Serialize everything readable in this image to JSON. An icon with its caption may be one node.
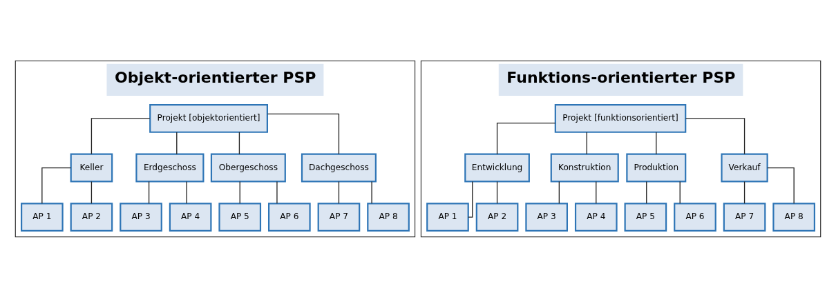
{
  "diagram": {
    "nodes": [
      {
        "text": [
          "Objekt-orientierter PSP"
        ]
      },
      {
        "text": [
          "Projekt [objektorientiert]"
        ],
        "in": 0
      },
      {
        "text": [
          "Keller"
        ],
        "in": 0
      },
      {
        "text": [
          "Erdgeschoss"
        ],
        "in": 0
      },
      {
        "text": [
          "Obergeschoss"
        ],
        "in": 0
      },
      {
        "text": [
          "Dachgeschoss"
        ],
        "in": 0
      },
      {
        "text": [
          "AP 1"
        ],
        "in": 0
      },
      {
        "text": [
          "AP 2"
        ],
        "in": 0
      },
      {
        "text": [
          "AP 3"
        ],
        "in": 0
      },
      {
        "text": [
          "AP 4"
        ],
        "in": 0
      },
      {
        "text": [
          "AP 5"
        ],
        "in": 0
      },
      {
        "text": [
          "AP 6"
        ],
        "in": 0
      },
      {
        "text": [
          "AP 7"
        ],
        "in": 0
      },
      {
        "text": [
          "AP 8"
        ],
        "in": 0
      },
      {
        "text": [
          "Funktions-orientierter PSP"
        ]
      },
      {
        "text": [
          "Projekt [funktionsorientiert]"
        ],
        "in": 14
      },
      {
        "text": [
          "Entwicklung"
        ],
        "in": 14
      },
      {
        "text": [
          "Konstruktion"
        ],
        "in": 14
      },
      {
        "text": [
          "Produktion"
        ],
        "in": 14
      },
      {
        "text": [
          "Verkauf"
        ],
        "in": 14
      },
      {
        "text": [
          "AP 1"
        ],
        "in": 14
      },
      {
        "text": [
          "AP 2"
        ],
        "in": 14
      },
      {
        "text": [
          "AP 3"
        ],
        "in": 14
      },
      {
        "text": [
          "AP 4"
        ],
        "in": 14
      },
      {
        "text": [
          "AP 5"
        ],
        "in": 14
      },
      {
        "text": [
          "AP 6"
        ],
        "in": 14
      },
      {
        "text": [
          "AP 7"
        ],
        "in": 14
      },
      {
        "text": [
          "AP 8"
        ],
        "in": 14
      }
    ],
    "edges": [
      {
        "from": 1,
        "to": 2,
        "arrow": "none"
      },
      {
        "from": 1,
        "to": 3,
        "arrow": "none"
      },
      {
        "from": 1,
        "to": 4,
        "arrow": "none"
      },
      {
        "from": 1,
        "to": 5,
        "arrow": "none"
      },
      {
        "from": 2,
        "to": 6,
        "arrow": "none"
      },
      {
        "from": 2,
        "to": 7,
        "arrow": "none"
      },
      {
        "from": 3,
        "to": 8,
        "arrow": "none"
      },
      {
        "from": 3,
        "to": 9,
        "arrow": "none"
      },
      {
        "from": 4,
        "to": 10,
        "arrow": "none"
      },
      {
        "from": 4,
        "to": 11,
        "arrow": "none"
      },
      {
        "from": 5,
        "to": 12,
        "arrow": "none"
      },
      {
        "from": 5,
        "to": 13,
        "arrow": "none"
      },
      {
        "from": 15,
        "to": 16,
        "arrow": "none"
      },
      {
        "from": 15,
        "to": 17,
        "arrow": "none"
      },
      {
        "from": 15,
        "to": 18,
        "arrow": "none"
      },
      {
        "from": 15,
        "to": 19,
        "arrow": "none"
      },
      {
        "from": 16,
        "to": 20,
        "arrow": "none"
      },
      {
        "from": 16,
        "to": 21,
        "arrow": "none"
      },
      {
        "from": 17,
        "to": 22,
        "arrow": "none"
      },
      {
        "from": 17,
        "to": 23,
        "arrow": "none"
      },
      {
        "from": 18,
        "to": 24,
        "arrow": "none"
      },
      {
        "from": 18,
        "to": 25,
        "arrow": "none"
      },
      {
        "from": 19,
        "to": 26,
        "arrow": "none"
      },
      {
        "from": 19,
        "to": 27,
        "arrow": "none"
      }
    ]
  }
}
